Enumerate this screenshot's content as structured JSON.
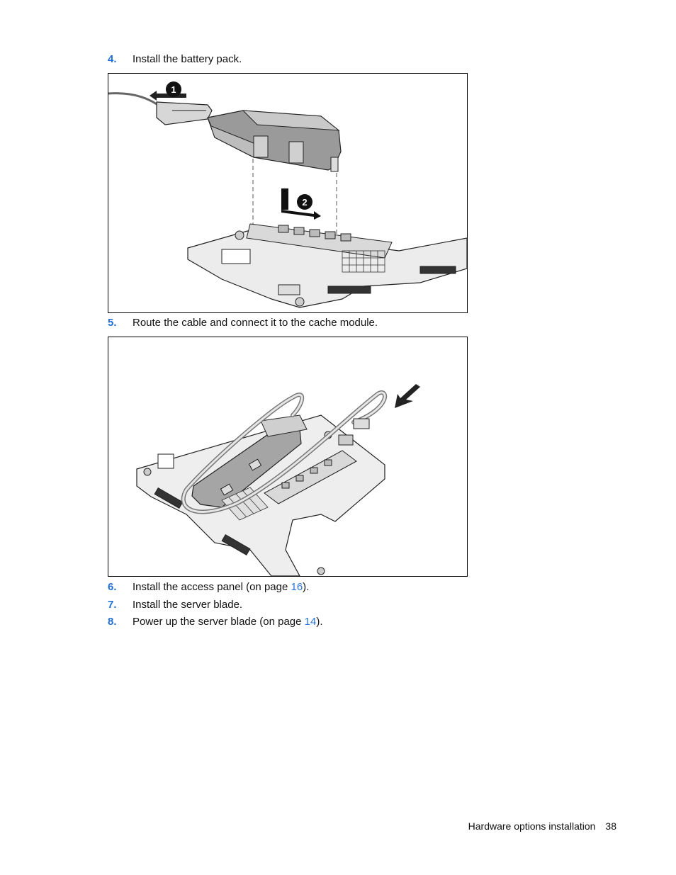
{
  "steps": [
    {
      "num": "4.",
      "text": "Install the battery pack."
    },
    {
      "num": "5.",
      "text": "Route the cable and connect it to the cache module."
    },
    {
      "num": "6.",
      "text_before": "Install the access panel (on page ",
      "link": "16",
      "text_after": ")."
    },
    {
      "num": "7.",
      "text": "Install the server blade."
    },
    {
      "num": "8.",
      "text_before": "Power up the server blade (on page ",
      "link": "14",
      "text_after": ")."
    }
  ],
  "figure1": {
    "callouts": [
      "1",
      "2"
    ]
  },
  "footer": {
    "section": "Hardware options installation",
    "page": "38"
  },
  "colors": {
    "step_number": "#1f6fd6",
    "link": "#2a74d8"
  }
}
